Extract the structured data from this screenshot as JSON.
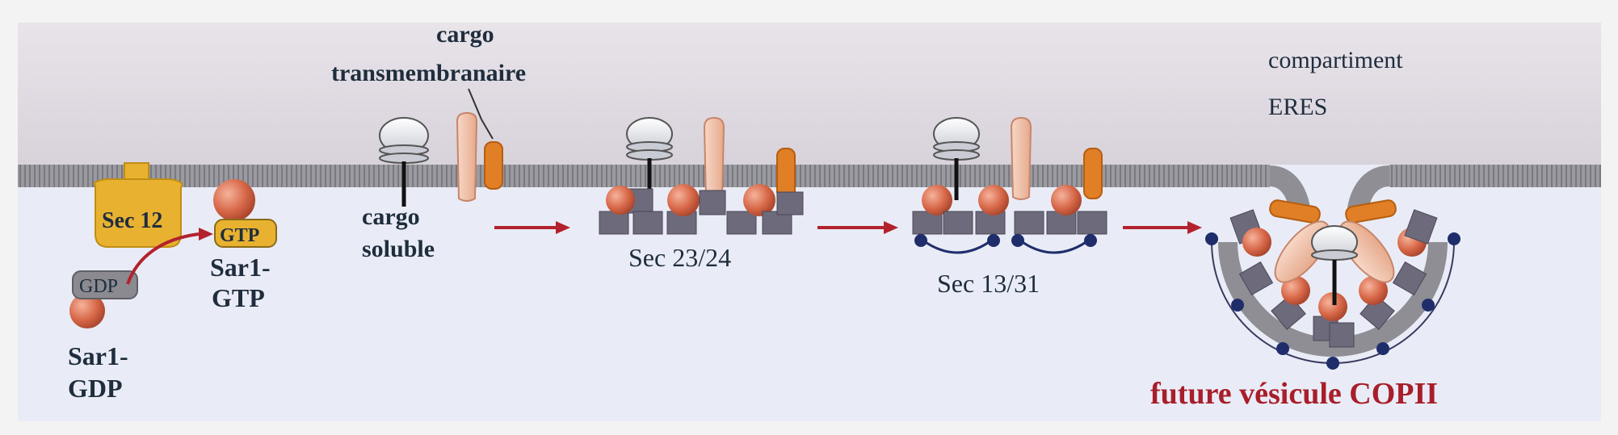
{
  "labels": {
    "sec12": "Sec 12",
    "gdp_badge": "GDP",
    "gtp_badge": "GTP",
    "sar1_gtp_line1": "Sar1-",
    "sar1_gtp_line2": "GTP",
    "sar1_gdp_line1": "Sar1-",
    "sar1_gdp_line2": "GDP",
    "cargo_tm_line1": "cargo",
    "cargo_tm_line2": "transmembranaire",
    "cargo_soluble_line1": "cargo",
    "cargo_soluble_line2": "soluble",
    "sec2324": "Sec 23/24",
    "sec1331": "Sec 13/31",
    "compartment_line1": "compartiment",
    "compartment_line2": "ERES",
    "vesicle": "future vésicule COPII"
  },
  "colors": {
    "membrane": "#8e8e94",
    "cytosol": "#e9ecf5",
    "lumen": "#e4dde2",
    "sec12": "#e8b230",
    "sar1_sphere": "#d76848",
    "sec23_24_block": "#6d6a7b",
    "sec13_31_dot": "#1f2d6b",
    "transmembrane_cargo": "#f2c6ae",
    "orange_cargo": "#e07f25",
    "arrow": "#b3222c",
    "vesicle_label": "#a81e2a"
  }
}
